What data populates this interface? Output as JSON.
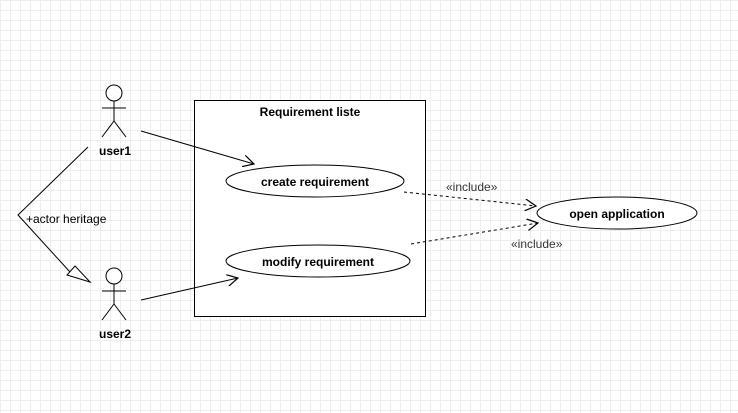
{
  "diagram": {
    "system": {
      "title": "Requirement liste"
    },
    "actors": [
      {
        "id": "user1",
        "label": "user1"
      },
      {
        "id": "user2",
        "label": "user2"
      }
    ],
    "generalization": {
      "label": "+actor heritage"
    },
    "use_cases": [
      {
        "id": "create",
        "label": "create requirement"
      },
      {
        "id": "modify",
        "label": "modify requirement"
      },
      {
        "id": "open",
        "label": "open application"
      }
    ],
    "include_relations": [
      {
        "from": "create",
        "to": "open",
        "label": "«include»"
      },
      {
        "from": "modify",
        "to": "open",
        "label": "«include»"
      }
    ],
    "colors": {
      "line": "#000000",
      "grid": "#eeeeee",
      "background": "#ffffff"
    }
  }
}
